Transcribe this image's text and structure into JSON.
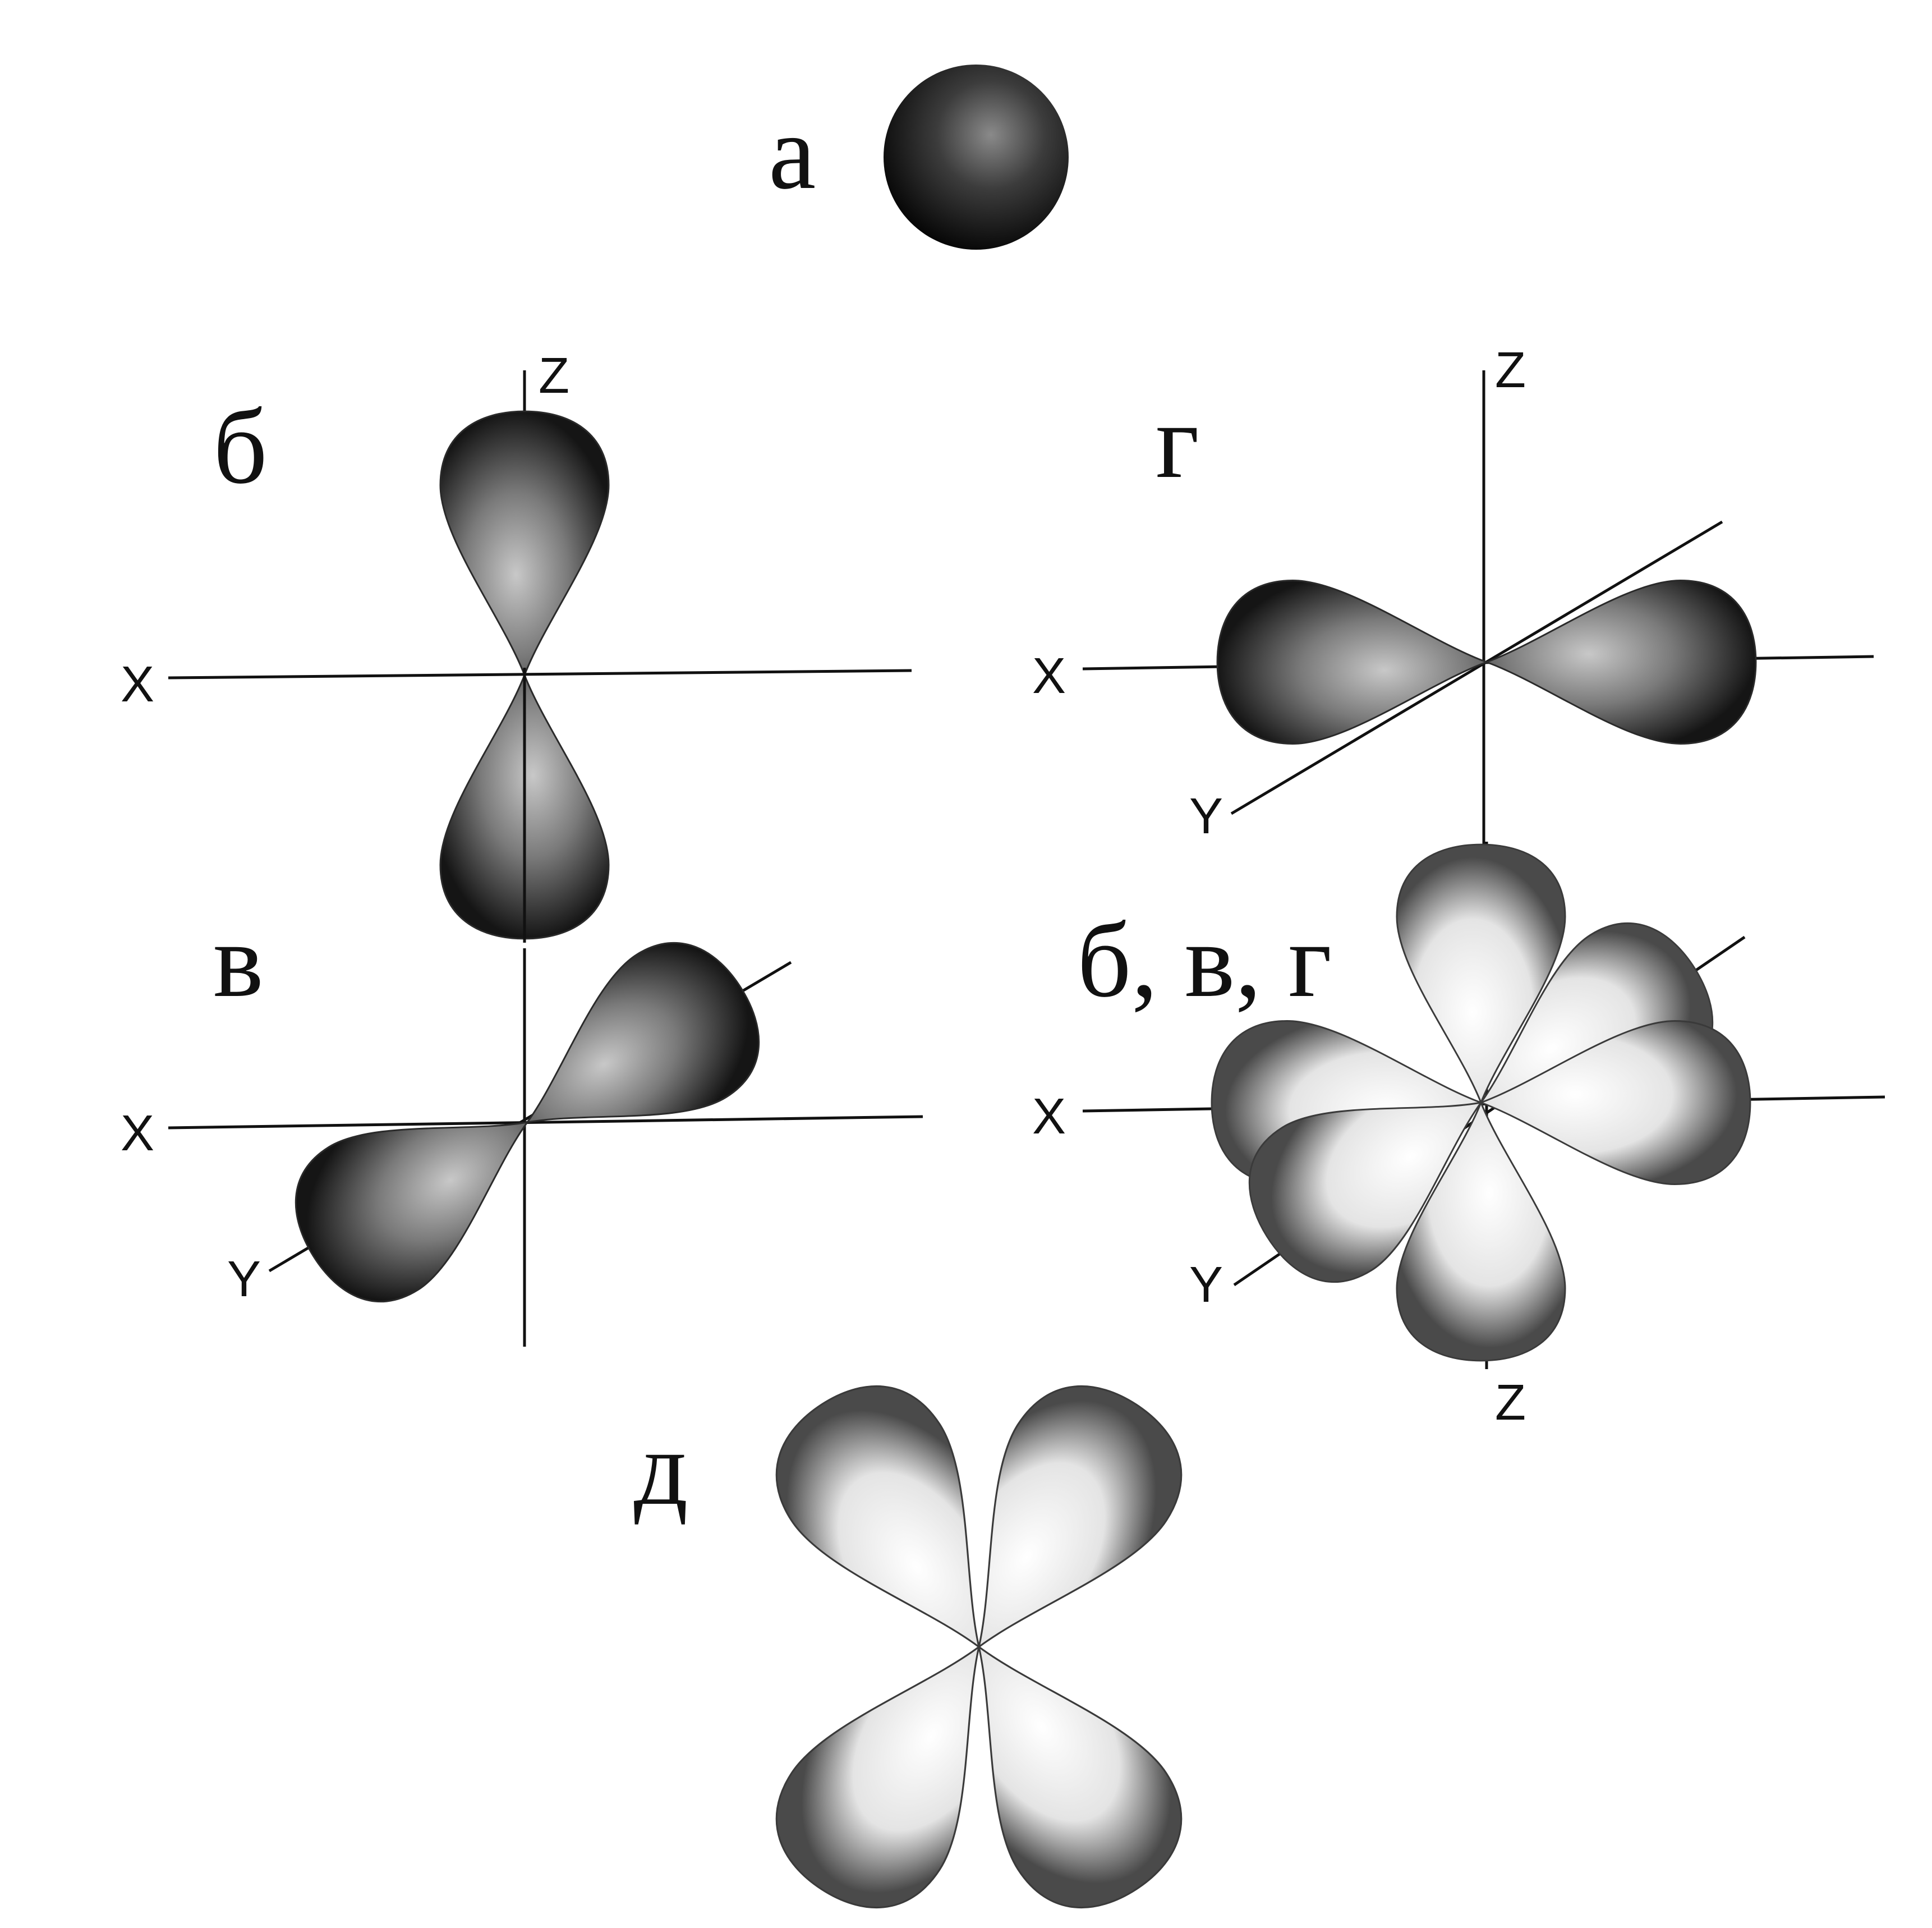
{
  "labels": {
    "a": "а",
    "b": "б",
    "v": "в",
    "g": "г",
    "bvg": "б, в, г",
    "d": "д"
  },
  "axes": {
    "x": "X",
    "y": "Y",
    "z": "Z"
  }
}
